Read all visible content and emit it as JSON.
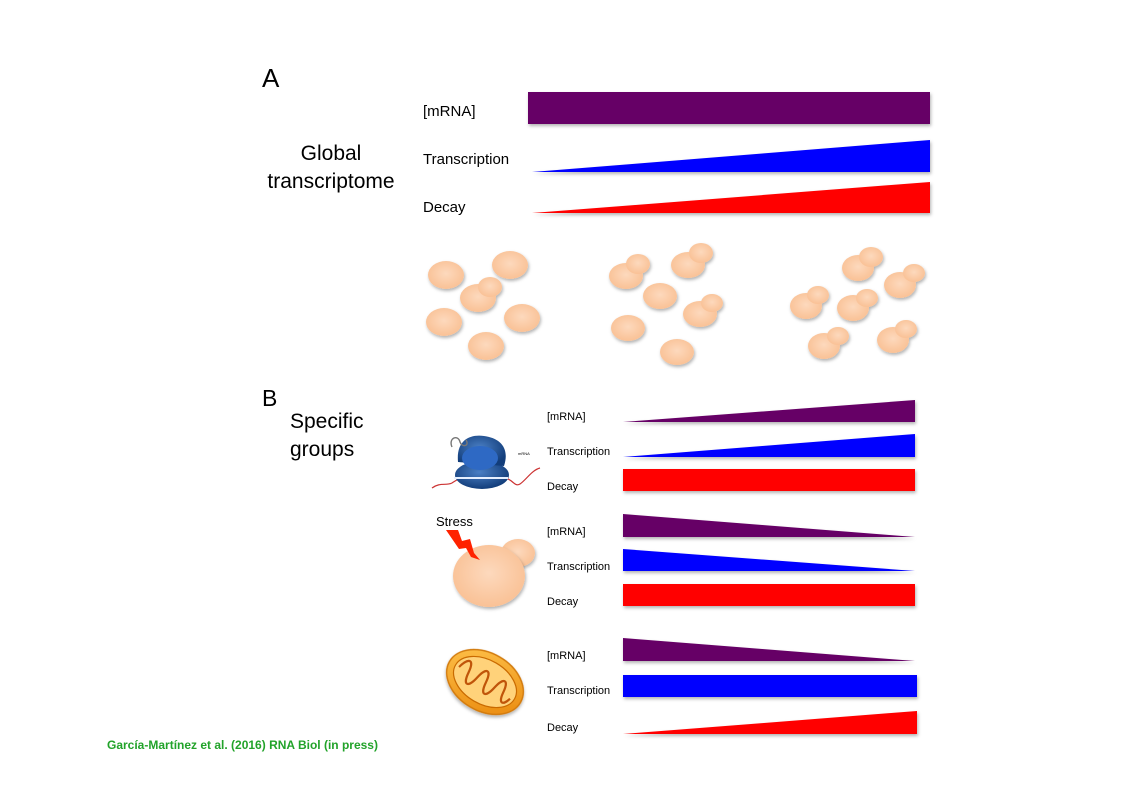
{
  "panel_a": {
    "letter": "A",
    "heading_line1": "Global",
    "heading_line2": "transcriptome",
    "bars": [
      {
        "label": "[mRNA]",
        "shape": "flat",
        "color": "#660066"
      },
      {
        "label": "Transcription",
        "shape": "increasing",
        "color": "#0000ff"
      },
      {
        "label": "Decay",
        "shape": "increasing",
        "color": "#ff0000"
      }
    ],
    "cell_color": "#fdc9a3"
  },
  "panel_b": {
    "letter": "B",
    "heading_line1": "Specific",
    "heading_line2": "groups",
    "groups": [
      {
        "icon": "ribosome-icon",
        "icon_label": "mRNA",
        "bars": [
          {
            "label": "[mRNA]",
            "shape": "increasing",
            "color": "#660066"
          },
          {
            "label": "Transcription",
            "shape": "increasing",
            "color": "#0000ff"
          },
          {
            "label": "Decay",
            "shape": "flat",
            "color": "#ff0000"
          }
        ]
      },
      {
        "icon": "stress-cell-icon",
        "icon_label": "Stress",
        "bars": [
          {
            "label": "[mRNA]",
            "shape": "decreasing",
            "color": "#660066"
          },
          {
            "label": "Transcription",
            "shape": "decreasing",
            "color": "#0000ff"
          },
          {
            "label": "Decay",
            "shape": "flat",
            "color": "#ff0000"
          }
        ]
      },
      {
        "icon": "mitochondrion-icon",
        "bars": [
          {
            "label": "[mRNA]",
            "shape": "decreasing",
            "color": "#660066"
          },
          {
            "label": "Transcription",
            "shape": "flat",
            "color": "#0000ff"
          },
          {
            "label": "Decay",
            "shape": "increasing",
            "color": "#ff0000"
          }
        ]
      }
    ]
  },
  "credit": "García-Martínez et al. (2016) RNA Biol (in press)"
}
